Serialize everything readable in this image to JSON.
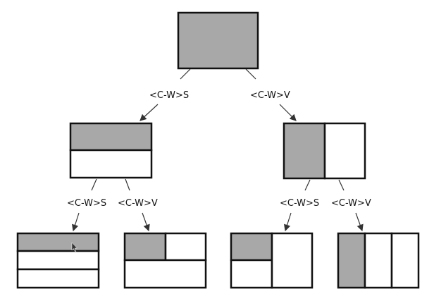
{
  "colors": {
    "active_pane": "#a8a8a8",
    "inactive_pane": "#ffffff",
    "border": "#111111",
    "connector": "#333333",
    "cursor": "#333333"
  },
  "labels": {
    "split_horizontal": "<C-W>S",
    "split_vertical": "<C-W>V"
  },
  "diagram": {
    "root": {
      "layout": "single",
      "active_pane": 1
    },
    "level1": [
      {
        "key": "<C-W>S",
        "layout": "stacked-2",
        "active_pane": 1
      },
      {
        "key": "<C-W>V",
        "layout": "side-by-side-2",
        "active_pane": 1
      }
    ],
    "level2": [
      {
        "from": "stacked-2",
        "key": "<C-W>S",
        "layout": "stacked-3",
        "active_pane": 1
      },
      {
        "from": "stacked-2",
        "key": "<C-W>V",
        "layout": "top-split-bottom-full",
        "active_pane": 1
      },
      {
        "from": "side-by-side-2",
        "key": "<C-W>S",
        "layout": "left-split-right-full",
        "active_pane": 1
      },
      {
        "from": "side-by-side-2",
        "key": "<C-W>V",
        "layout": "side-by-side-3",
        "active_pane": 1
      }
    ]
  },
  "cursor_icon": "mouse-pointer-icon"
}
